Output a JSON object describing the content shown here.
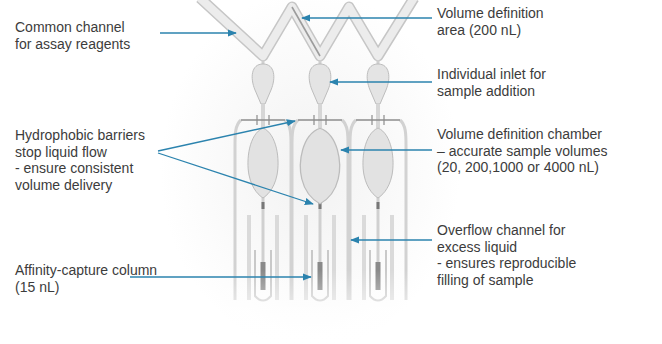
{
  "diagram": {
    "labels": [
      "Common channel for assay reagents",
      "Hydrophobic barriers stop liquid flow - ensure consistent volume delivery",
      "Affinity-capture column (15 nL)",
      "Volume definition area (200 nL)",
      "Individual inlet for sample addition",
      "Volume definition chamber – accurate sample volumes (20, 200,1000 or 4000 nL)",
      "Overflow channel for excess liquid - ensures reproducible filling of sample"
    ]
  }
}
